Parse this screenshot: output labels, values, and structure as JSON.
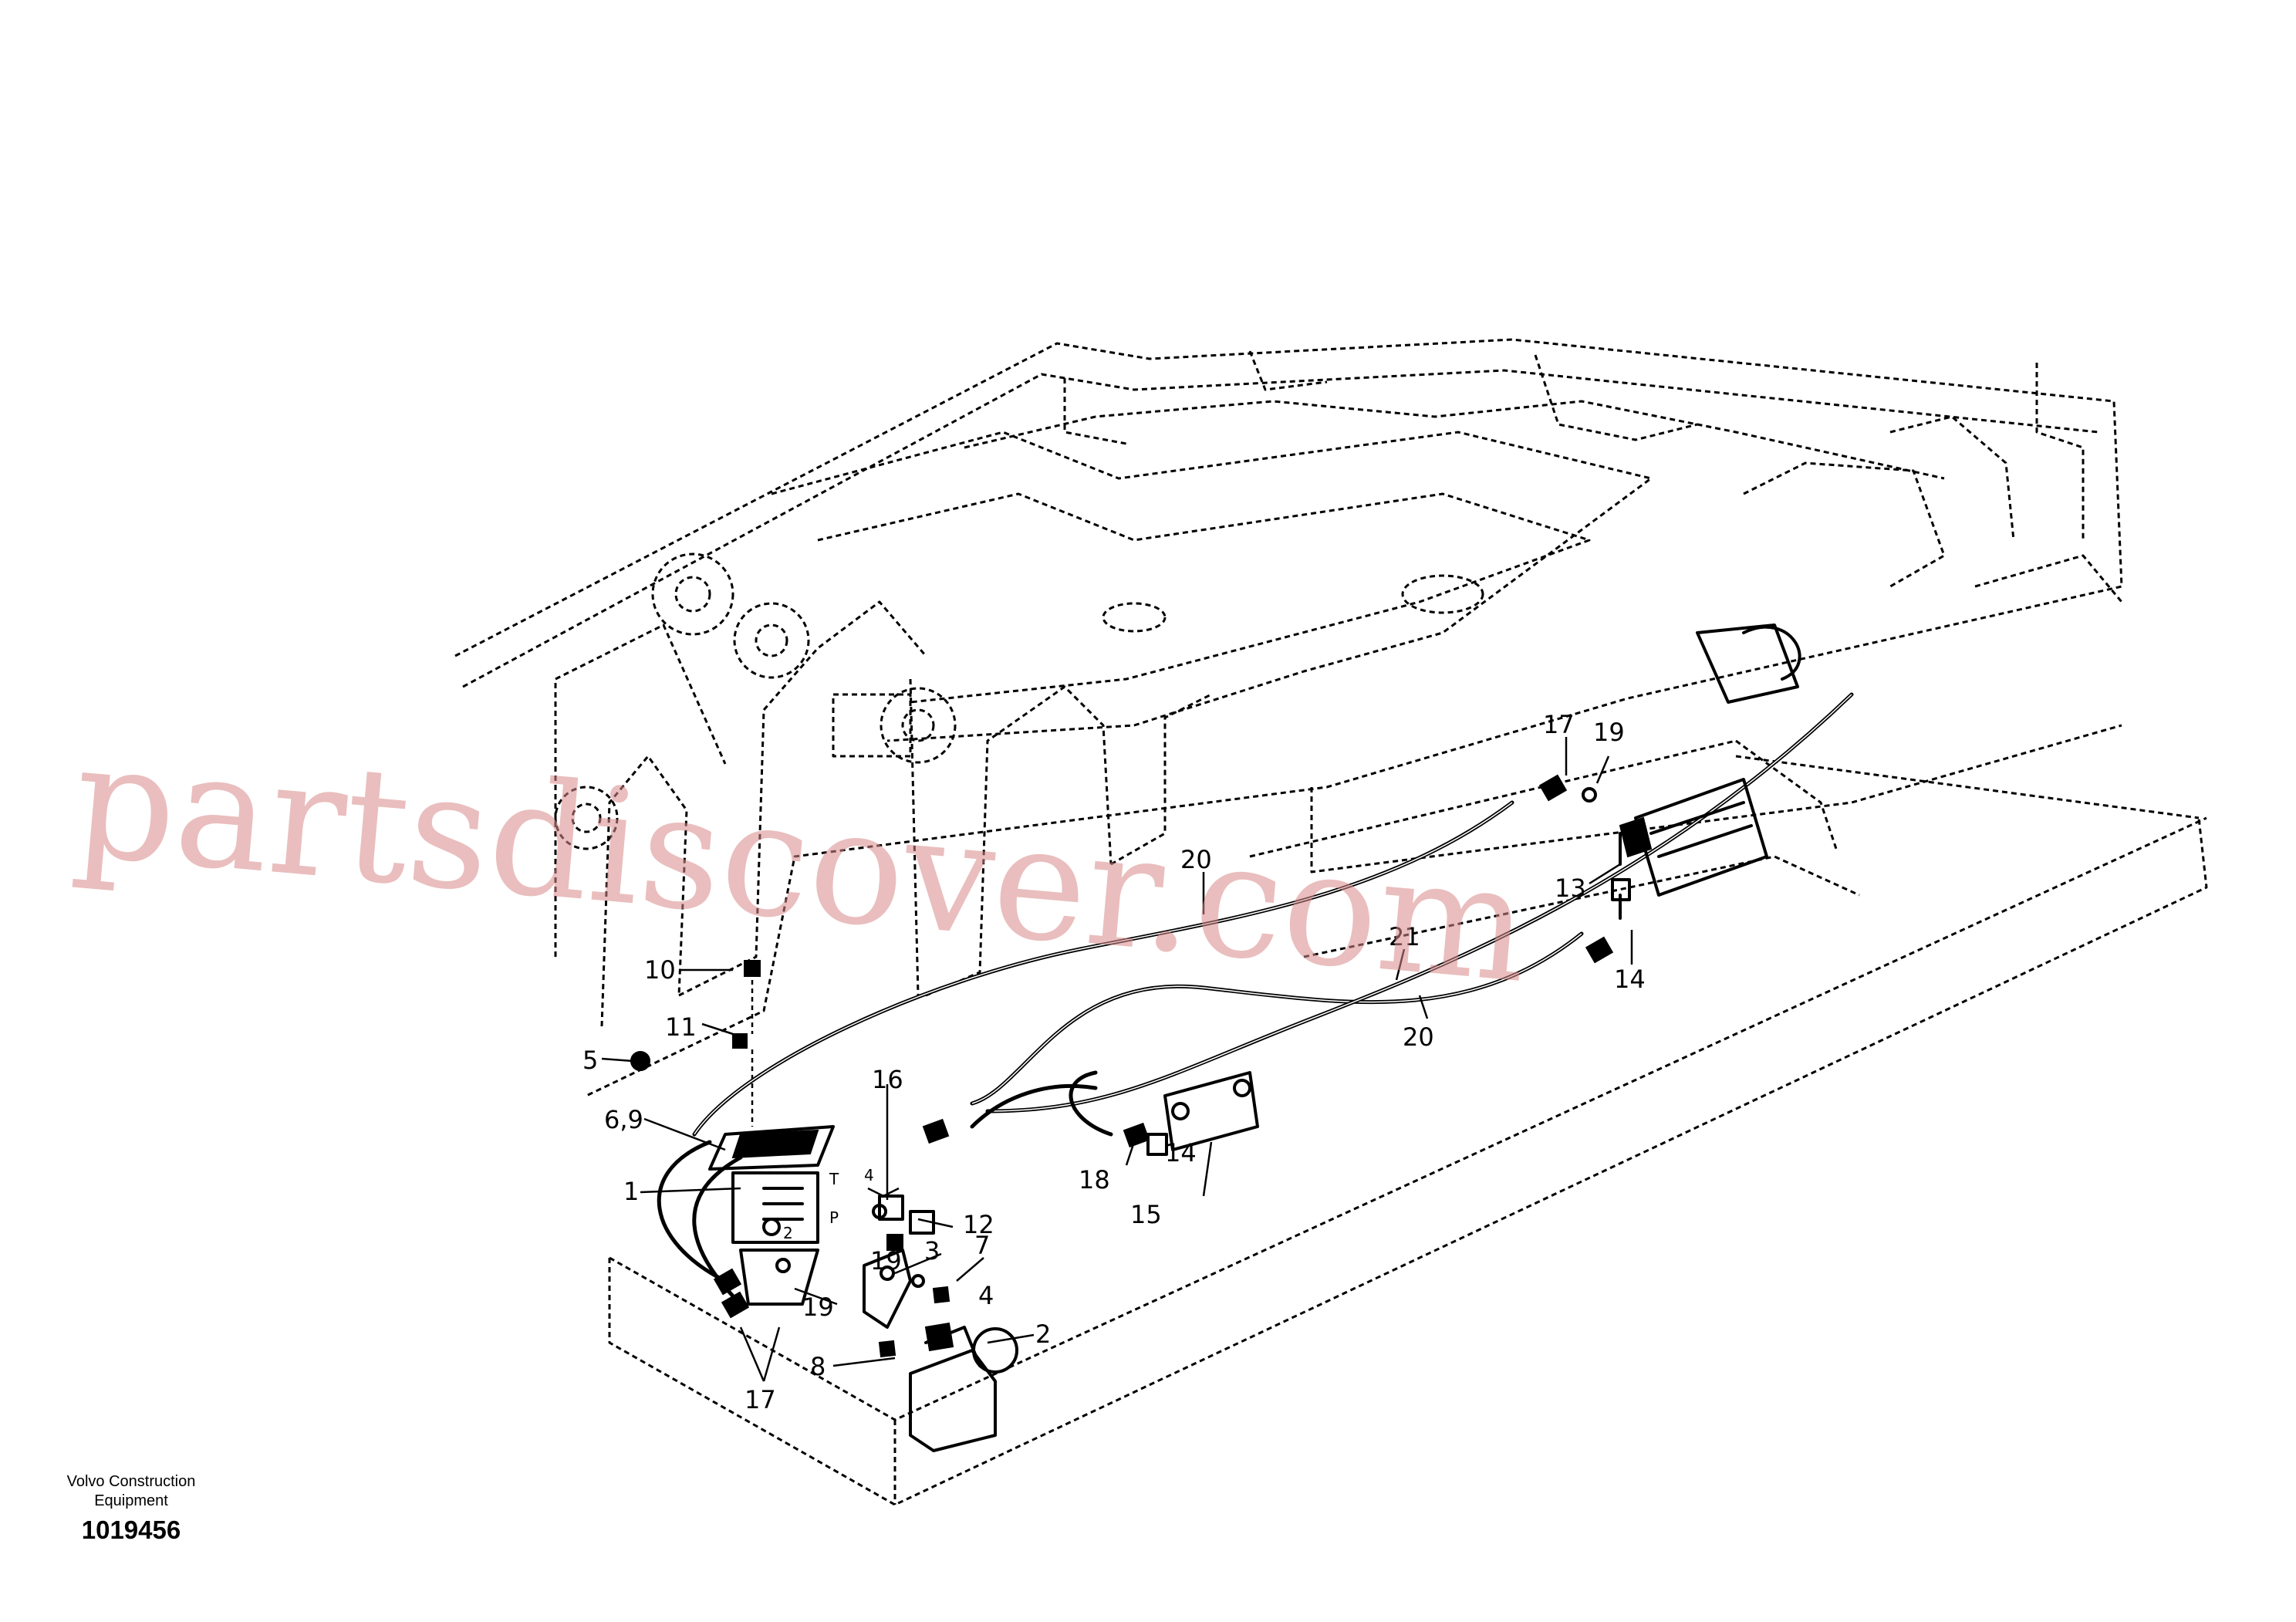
{
  "watermark": "partsdiscover.com",
  "footer": {
    "company": "Volvo Construction Equipment",
    "document_number": "1019456"
  },
  "callouts": {
    "c1": "1",
    "c2": "2",
    "c3": "3",
    "c4": "4",
    "c5": "5",
    "c69": "6,9",
    "c7": "7",
    "c8": "8",
    "c10": "10",
    "c11": "11",
    "c12": "12",
    "c13": "13",
    "c14a": "14",
    "c14b": "14",
    "c15": "15",
    "c16": "16",
    "c17a": "17",
    "c17b": "17",
    "c18": "18",
    "c19a": "19",
    "c19b": "19",
    "c19c": "19",
    "c20a": "20",
    "c20b": "20",
    "c21": "21"
  },
  "ports": {
    "t": "T",
    "p": "P",
    "a": "2",
    "b": "4"
  }
}
